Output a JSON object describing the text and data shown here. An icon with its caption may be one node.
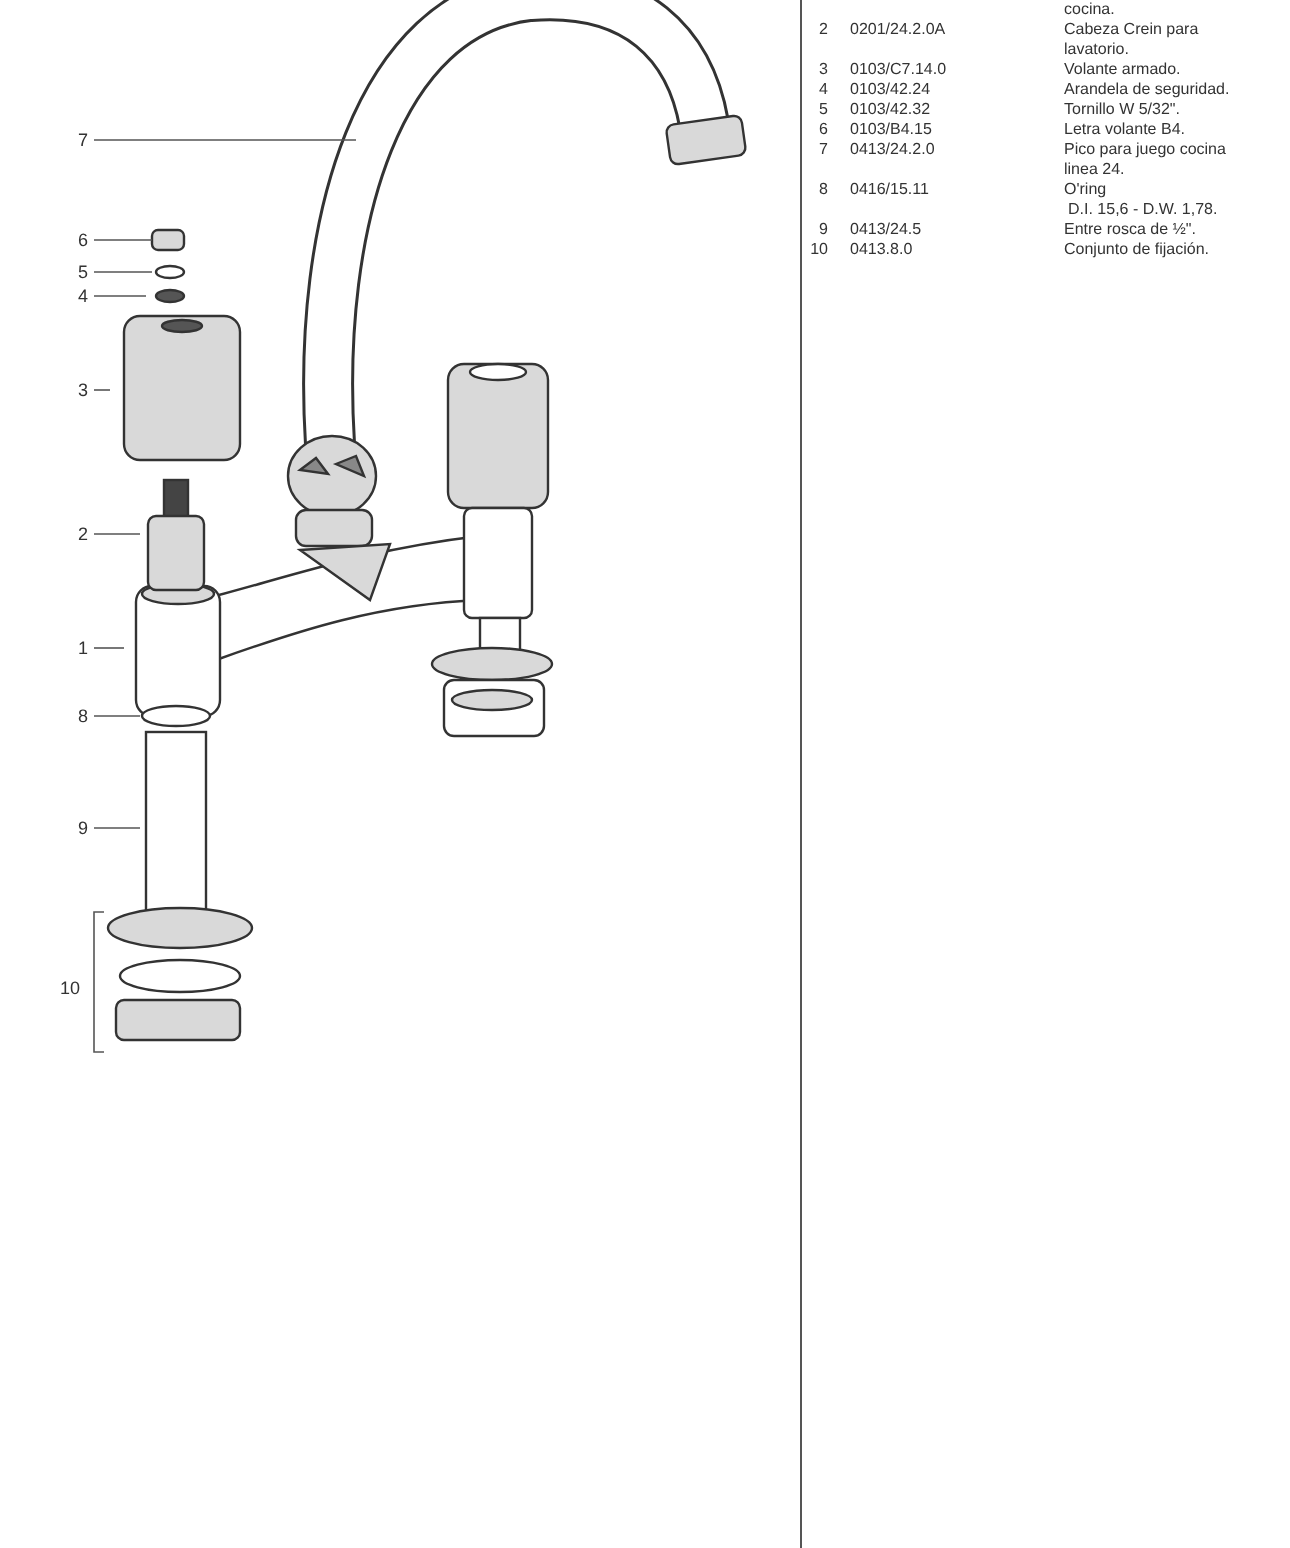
{
  "diagram": {
    "nodes": [
      {
        "text": [
          "7"
        ]
      },
      {
        "text": [
          "6"
        ]
      },
      {
        "text": [
          "5"
        ]
      },
      {
        "text": [
          "4"
        ]
      },
      {
        "text": [
          "3"
        ]
      },
      {
        "text": [
          "2"
        ]
      },
      {
        "text": [
          "1"
        ]
      },
      {
        "text": [
          "8"
        ]
      },
      {
        "text": [
          "9"
        ]
      },
      {
        "text": [
          "10"
        ]
      }
    ],
    "edges": [
      {
        "from": 0,
        "to": null,
        "arrow": "none"
      },
      {
        "from": 1,
        "to": null,
        "arrow": "none"
      },
      {
        "from": 2,
        "to": null,
        "arrow": "none"
      },
      {
        "from": 3,
        "to": null,
        "arrow": "none"
      },
      {
        "from": 4,
        "to": null,
        "arrow": "none"
      },
      {
        "from": 5,
        "to": null,
        "arrow": "none"
      },
      {
        "from": 6,
        "to": null,
        "arrow": "none"
      },
      {
        "from": 7,
        "to": null,
        "arrow": "none"
      },
      {
        "from": 8,
        "to": null,
        "arrow": "none"
      }
    ],
    "labels": [
      "cocina.",
      "2",
      "0201/24.2.0A",
      "Cabeza Crein para lavatorio.",
      "3",
      "0103/C7.14.0",
      "Volante armado.",
      "4",
      "0103/42.24",
      "Arandela de seguridad.",
      "5",
      "0103/42.32",
      "Tornillo W 5/32\".",
      "6",
      "0103/B4.15",
      "Letra volante B4.",
      "7",
      "0413/24.2.0",
      "Pico para juego cocina linea 24.",
      "8",
      "0416/15.11",
      "O'ring",
      "D.I. 15,6 - D.W. 1,78.",
      "9",
      "0413/24.5",
      "Entre rosca de ½\".",
      "10",
      "0413.8.0",
      "Conjunto de fijación."
    ]
  }
}
